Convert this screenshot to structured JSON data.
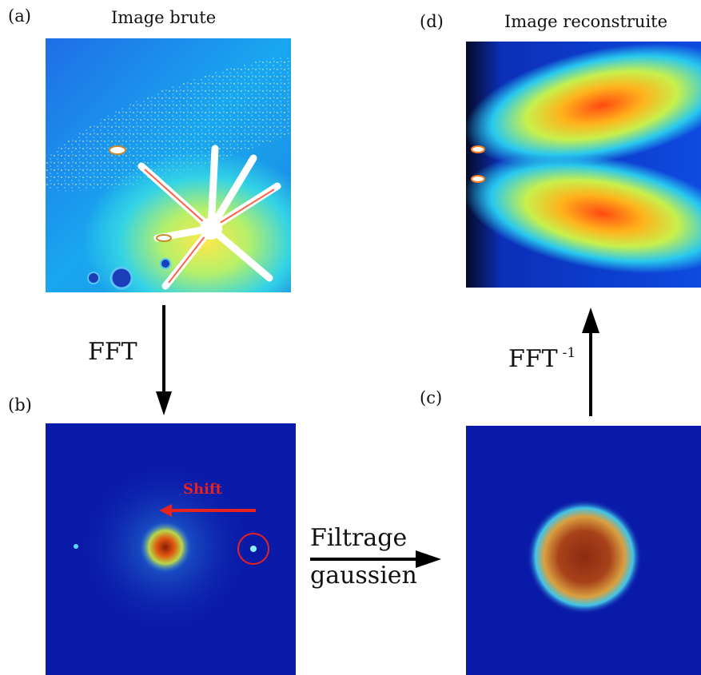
{
  "panels": {
    "a": {
      "tag": "(a)",
      "title": "Image brute"
    },
    "b": {
      "tag": "(b)",
      "annotation": "Shift"
    },
    "c": {
      "tag": "(c)"
    },
    "d": {
      "tag": "(d)",
      "title": "Image reconstruite"
    }
  },
  "steps": {
    "fft": "FFT",
    "ifft_base": "FFT",
    "ifft_exp": "-1",
    "filter_line1": "Filtrage",
    "filter_line2": "gaussien"
  },
  "colors": {
    "annotation": "#e8221c",
    "arrow": "#000000"
  }
}
